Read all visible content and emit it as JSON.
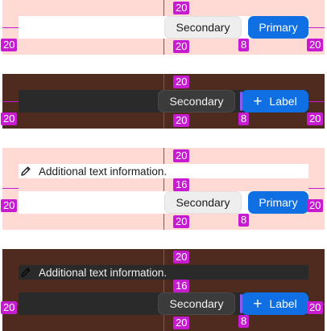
{
  "examples": [
    {
      "theme": "light",
      "secondary_label": "Secondary",
      "primary_label": "Primary",
      "spacing": {
        "top": "20",
        "bottom": "20",
        "left": "20",
        "right": "20",
        "gap": "8"
      }
    },
    {
      "theme": "dark",
      "secondary_label": "Secondary",
      "primary_label": "Label",
      "primary_icon": "plus-icon",
      "spacing": {
        "top": "20",
        "bottom": "20",
        "left": "20",
        "right": "20",
        "gap": "8"
      }
    },
    {
      "theme": "light",
      "info_text": "Additional text information.",
      "info_icon": "pencil-icon",
      "secondary_label": "Secondary",
      "primary_label": "Primary",
      "spacing": {
        "top": "20",
        "bottom": "20",
        "left": "20",
        "right": "20",
        "gap": "8",
        "info_gap": "16"
      }
    },
    {
      "theme": "dark",
      "info_text": "Additional text information.",
      "info_icon": "pencil-icon",
      "secondary_label": "Secondary",
      "primary_label": "Label",
      "primary_icon": "plus-icon",
      "spacing": {
        "top": "20",
        "bottom": "20",
        "left": "20",
        "right": "20",
        "gap": "8",
        "info_gap": "16"
      }
    }
  ],
  "colors": {
    "light_background": "#ffd9d3",
    "dark_background": "#4e2a1f",
    "primary": "#0f6fe3",
    "annotation": "#c61bd0"
  }
}
